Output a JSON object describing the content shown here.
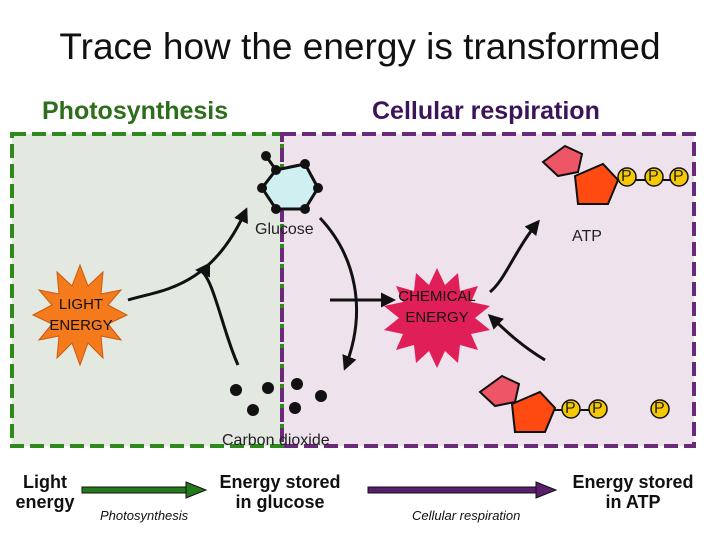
{
  "title": "Trace how the energy is transformed",
  "headers": {
    "photosynthesis": "Photosynthesis",
    "cellular_respiration": "Cellular respiration"
  },
  "labels": {
    "glucose": "Glucose",
    "atp": "ATP",
    "light_energy": "LIGHT ENERGY",
    "chemical_energy": "CHEMICAL ENERGY",
    "carbon_dioxide": "Carbon dioxide",
    "phosphate": "P"
  },
  "bottom": {
    "light_energy": "Light energy",
    "photosynthesis": "Photosynthesis",
    "stored_glucose": "Energy stored in glucose",
    "cellular_respiration": "Cellular respiration",
    "stored_atp": "Energy stored in ATP"
  },
  "colors": {
    "photosynthesis_region": "#e3e8e1",
    "respiration_region": "#eee2ec",
    "photosynthesis_border": "#2f8a1c",
    "respiration_border": "#6a2a7a",
    "sun": "#f47a1c",
    "chemical_burst": "#e01f58",
    "atp_pentagon": "#ff4a12",
    "atp_ring": "#ee5566",
    "phosphate": "#f5c800",
    "glucose_fill": "#cfeff0",
    "green_arrow": "#237a1c",
    "purple_arrow": "#5a1f6c"
  }
}
